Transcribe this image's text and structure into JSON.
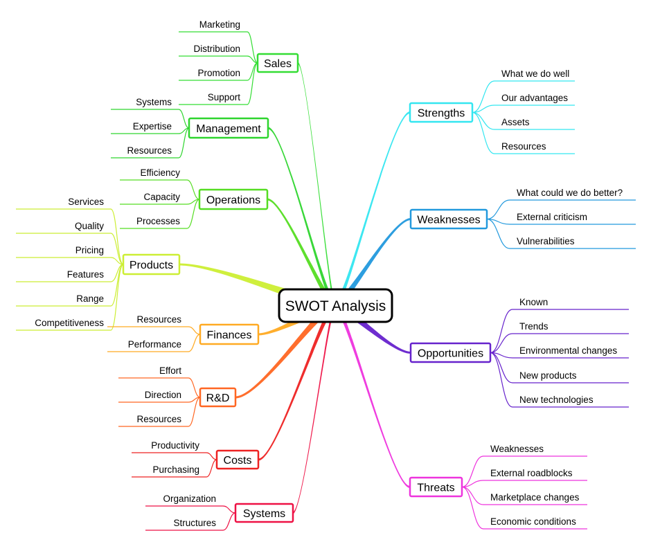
{
  "center": {
    "label": "SWOT Analysis"
  },
  "branches": [
    {
      "id": "sales",
      "label": "Sales",
      "color": "#33dd33",
      "children": [
        "Marketing",
        "Distribution",
        "Promotion",
        "Support"
      ]
    },
    {
      "id": "management",
      "label": "Management",
      "color": "#2ed52e",
      "children": [
        "Systems",
        "Expertise",
        "Resources"
      ]
    },
    {
      "id": "operations",
      "label": "Operations",
      "color": "#55dd22",
      "children": [
        "Efficiency",
        "Capacity",
        "Processes"
      ]
    },
    {
      "id": "products",
      "label": "Products",
      "color": "#ccee33",
      "children": [
        "Services",
        "Quality",
        "Pricing",
        "Features",
        "Range",
        "Competitiveness"
      ]
    },
    {
      "id": "finances",
      "label": "Finances",
      "color": "#ffaa22",
      "children": [
        "Resources",
        "Performance"
      ]
    },
    {
      "id": "rd",
      "label": "R&D",
      "color": "#ff6622",
      "children": [
        "Effort",
        "Direction",
        "Resources"
      ]
    },
    {
      "id": "costs",
      "label": "Costs",
      "color": "#ee2222",
      "children": [
        "Productivity",
        "Purchasing"
      ]
    },
    {
      "id": "systems",
      "label": "Systems",
      "color": "#ee1144",
      "children": [
        "Organization",
        "Structures"
      ]
    },
    {
      "id": "strengths",
      "label": "Strengths",
      "color": "#33e6f0",
      "children": [
        "What we do well",
        "Our advantages",
        "Assets",
        "Resources"
      ]
    },
    {
      "id": "weaknesses",
      "label": "Weaknesses",
      "color": "#2299dd",
      "children": [
        "What could we do better?",
        "External criticism",
        "Vulnerabilities"
      ]
    },
    {
      "id": "opportunities",
      "label": "Opportunities",
      "color": "#6622cc",
      "children": [
        "Known",
        "Trends",
        "Environmental changes",
        "New products",
        "New technologies"
      ]
    },
    {
      "id": "threats",
      "label": "Threats",
      "color": "#ee33dd",
      "children": [
        "Weaknesses",
        "External roadblocks",
        "Marketplace changes",
        "Economic conditions"
      ]
    }
  ]
}
